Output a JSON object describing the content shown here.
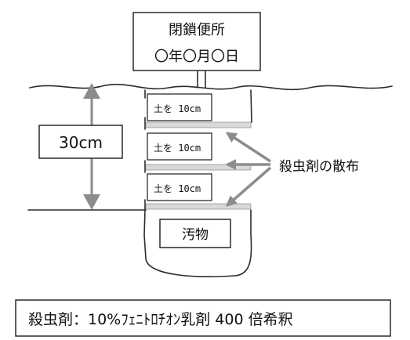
{
  "sign": {
    "title": "閉鎖便所",
    "date": "〇年〇月〇日"
  },
  "depth_label": "30cm",
  "soil_layers": [
    {
      "label": "土を 10cm"
    },
    {
      "label": "土を 10cm"
    },
    {
      "label": "土を 10cm"
    }
  ],
  "spray_label": "殺虫剤の散布",
  "waste_label": "汚物",
  "note": "殺虫剤：10%ﾌｪﾆﾄﾛﾁｵﾝ乳剤 400 倍希釈",
  "colors": {
    "arrow": "#8c8c8c",
    "line": "#2b2b2b",
    "spray_band": "#d9d9d9"
  }
}
